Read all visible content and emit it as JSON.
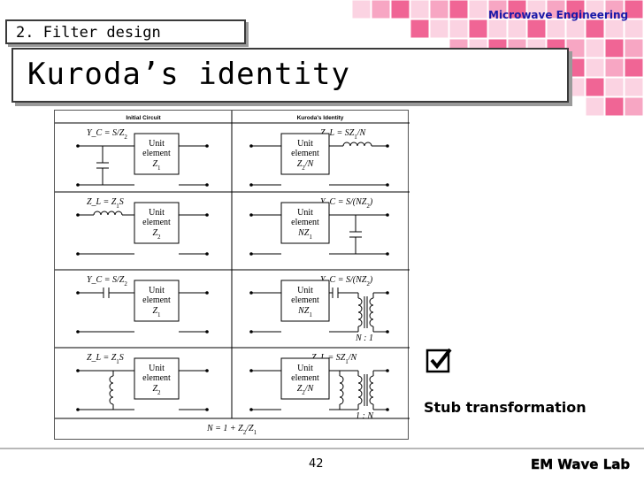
{
  "header": {
    "brand": "Microwave Engineering",
    "section": "2. Filter design",
    "title": "Kuroda’s identity",
    "accent_color": "#e83d7a",
    "mosaic_colors": [
      "#f06595",
      "#f7a6c3",
      "#fbd3e2"
    ]
  },
  "figure": {
    "col_headers": [
      "Initial Circuit",
      "Kuroda's Identity"
    ],
    "unit_element_label": [
      "Unit",
      "element"
    ],
    "rows": [
      {
        "left_label": "Y_C = S/Z_2",
        "left_z": "Z_1",
        "right_label": "Z_L = SZ_1/N",
        "right_z": "Z_2/N"
      },
      {
        "left_label": "Z_L = Z_1S",
        "left_z": "Z_2",
        "right_label": "Y_C = S/(NZ_2)",
        "right_z": "NZ_1"
      },
      {
        "left_label": "Y_C = S/Z_2",
        "left_z": "Z_1",
        "right_label": "Y_C = S/(NZ_2)",
        "right_z": "NZ_1",
        "ratio": "N : 1"
      },
      {
        "left_label": "Z_L = Z_1S",
        "left_z": "Z_2",
        "right_label": "Z_L = SZ_1/N",
        "right_z": "Z_2/N",
        "ratio": "1 : N"
      }
    ],
    "footnote": "N = 1 + Z_2/Z_1"
  },
  "note": {
    "icon": "checkbox-checked-icon",
    "text": "Stub transformation"
  },
  "footer": {
    "page": "42",
    "lab": "EM Wave Lab"
  }
}
